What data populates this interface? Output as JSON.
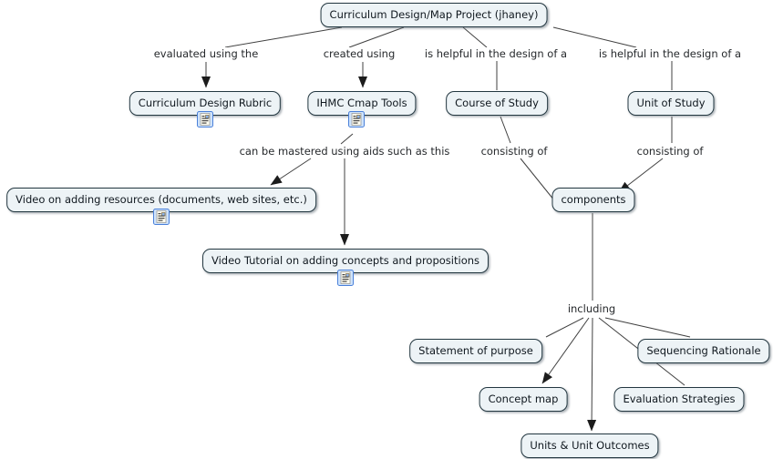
{
  "diagram": {
    "type": "concept-map",
    "colors": {
      "background": "#ffffff",
      "node_fill": "#edf3f6",
      "node_border": "#233740",
      "line": "#404040",
      "arrowhead": "#1c1c1c",
      "icon_border": "#4a80d9",
      "icon_fill": "#cfe3fb"
    }
  },
  "nodes": {
    "root": {
      "label": "Curriculum Design/Map Project (jhaney)"
    },
    "rubric": {
      "label": "Curriculum Design Rubric",
      "icon": "resource-icon"
    },
    "ihmc": {
      "label": "IHMC Cmap Tools",
      "icon": "resource-icon"
    },
    "course": {
      "label": "Course of Study"
    },
    "unit": {
      "label": "Unit of Study"
    },
    "video_resources": {
      "label": "Video on adding resources (documents, web sites, etc.)",
      "icon": "resource-icon"
    },
    "components": {
      "label": "components"
    },
    "video_tutorial": {
      "label": "Video Tutorial on adding concepts and propositions",
      "icon": "resource-icon"
    },
    "statement": {
      "label": "Statement of purpose"
    },
    "sequencing": {
      "label": "Sequencing Rationale"
    },
    "concept_map": {
      "label": "Concept map"
    },
    "evaluation": {
      "label": "Evaluation Strategies"
    },
    "units_outcomes": {
      "label": "Units & Unit Outcomes"
    }
  },
  "phrases": {
    "evaluated": {
      "label": "evaluated using the"
    },
    "created": {
      "label": "created using"
    },
    "helpful1": {
      "label": "is helpful in the design of a"
    },
    "helpful2": {
      "label": "is helpful in the design of a"
    },
    "mastered": {
      "label": "can be mastered using aids such as this"
    },
    "consisting1": {
      "label": "consisting of"
    },
    "consisting2": {
      "label": "consisting of"
    },
    "including": {
      "label": "including"
    }
  }
}
